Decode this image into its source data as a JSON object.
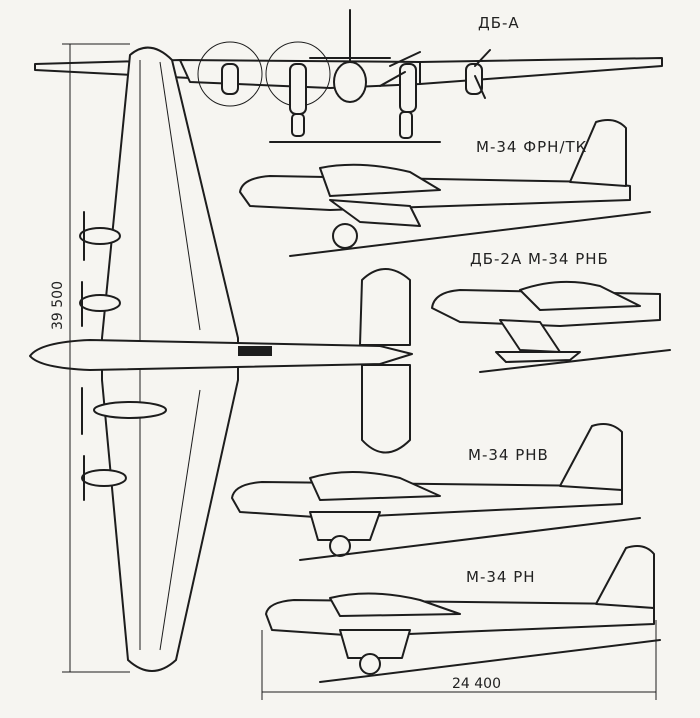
{
  "labels": {
    "front_view": "ДБ-А",
    "view1": "M-34 ФРН/ТК",
    "view2": "ДБ-2А М-34 РНБ",
    "view3": "M-34 РНВ",
    "view4": "M-34 PH"
  },
  "dimensions": {
    "wingspan": "39 500",
    "length": "24 400"
  }
}
